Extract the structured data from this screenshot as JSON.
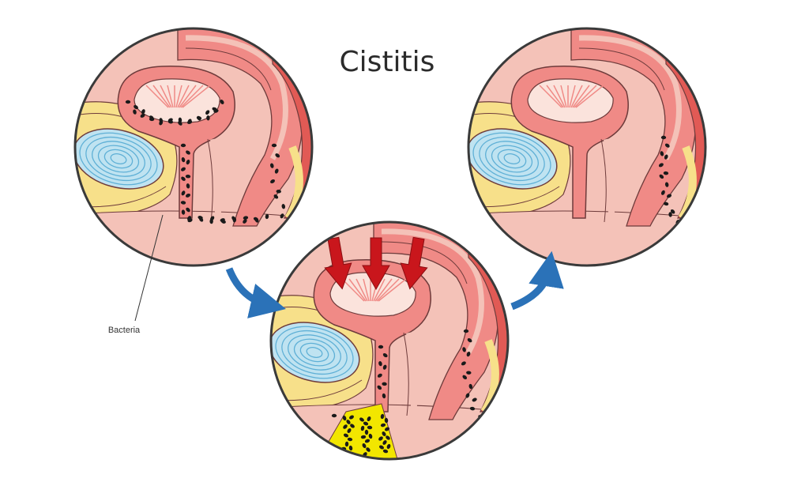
{
  "title": "Cistitis",
  "labels": {
    "bacteria": "Bacteria"
  },
  "panels": [
    {
      "name": "panel-bacteria-entry",
      "stage": "bacteria-ascending",
      "inflammation_arrows": 0
    },
    {
      "name": "panel-bladder-infection",
      "stage": "bladder-inflamed",
      "inflammation_arrows": 3
    },
    {
      "name": "panel-recovery",
      "stage": "bacteria-residual",
      "inflammation_arrows": 0
    }
  ],
  "colors": {
    "outline": "#6e3b3b",
    "tissue_light": "#f4c2b8",
    "tissue_pink": "#f08a86",
    "tissue_red": "#e15a55",
    "bladder_inner": "#fbe3dc",
    "fat_yellow": "#f7e08a",
    "bone_blue": "#bfe3f1",
    "bone_line": "#5fb0d6",
    "bacteria": "#1a1a1a",
    "bacteria_cloud": "#f2e600",
    "flow_arrow": "#2b72b8",
    "pain_arrow": "#c9161c"
  }
}
